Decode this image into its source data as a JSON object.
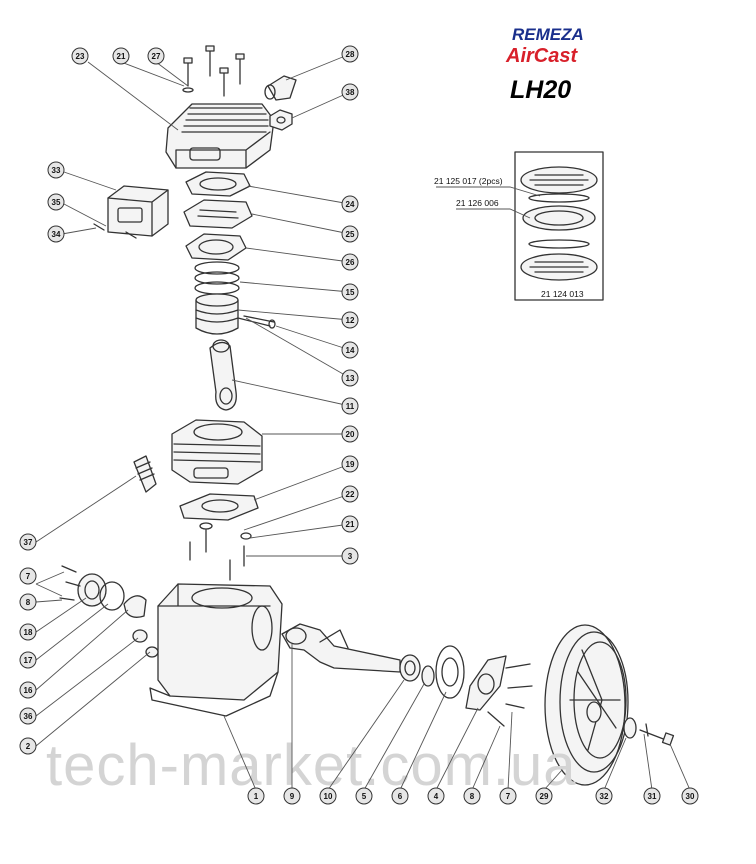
{
  "header": {
    "brand": "REMEZA",
    "product_line": "AirCast",
    "model": "LH20",
    "brand_color": "#1a2f8c",
    "product_line_color": "#d8202a",
    "model_color": "#000000"
  },
  "kit": {
    "labels": [
      "21 125 017 (2pcs)",
      "21 126 006",
      "21 124 013"
    ]
  },
  "watermark": "tech-market.com.ua",
  "callouts": {
    "c23": "23",
    "c21a": "21",
    "c27": "27",
    "c28": "28",
    "c38": "38",
    "c33": "33",
    "c35": "35",
    "c34": "34",
    "c24": "24",
    "c25": "25",
    "c26": "26",
    "c15": "15",
    "c12a": "12",
    "c14": "14",
    "c13": "13",
    "c11": "11",
    "c20": "20",
    "c19": "19",
    "c22": "22",
    "c21b": "21",
    "c3": "3",
    "c37": "37",
    "c7a": "7",
    "c8a": "8",
    "c18": "18",
    "c17": "17",
    "c16": "16",
    "c36": "36",
    "c2": "2",
    "c1": "1",
    "c9": "9",
    "c10": "10",
    "c5": "5",
    "c6": "6",
    "c4": "4",
    "c8b": "8",
    "c7b": "7",
    "c29": "29",
    "c32": "32",
    "c31": "31",
    "c30": "30"
  }
}
